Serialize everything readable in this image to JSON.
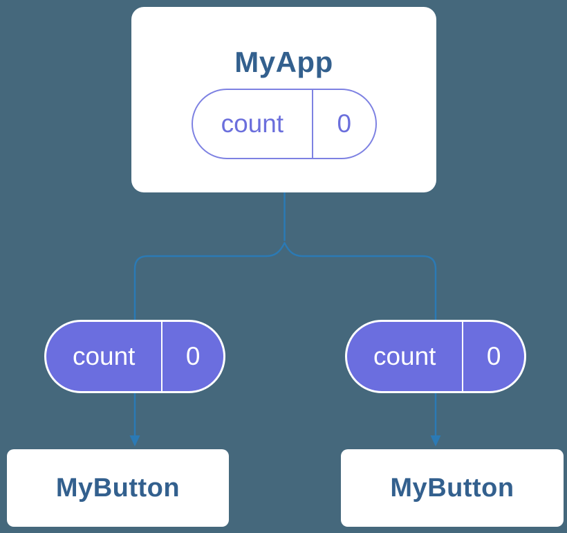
{
  "diagram": {
    "root": {
      "title": "MyApp",
      "pill": {
        "label": "count",
        "value": "0"
      }
    },
    "children": [
      {
        "pill": {
          "label": "count",
          "value": "0"
        },
        "card_title": "MyButton"
      },
      {
        "pill": {
          "label": "count",
          "value": "0"
        },
        "card_title": "MyButton"
      }
    ]
  },
  "colors": {
    "background": "#45687c",
    "connector_blue": "#2b7ab5",
    "pill_purple": "#6b6edf",
    "pill_outline_purple": "#7d81e2",
    "title_navy": "#33608e",
    "card_white": "#ffffff"
  }
}
